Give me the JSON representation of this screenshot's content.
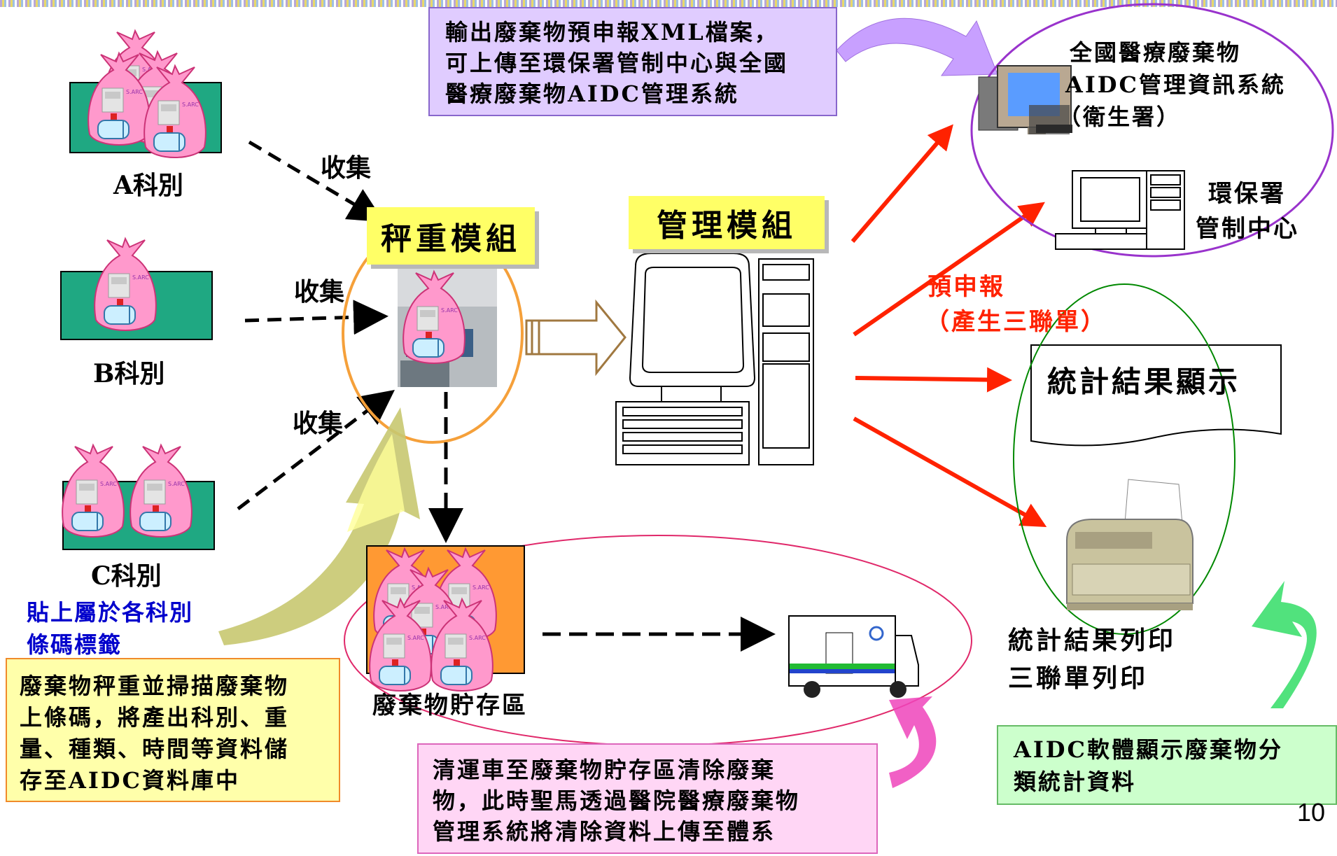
{
  "departments": {
    "a_label": "A科別",
    "b_label": "B科別",
    "c_label": "C科別",
    "collect_label": "收集"
  },
  "weigh_module": {
    "label": "秤重模組"
  },
  "mgmt_module": {
    "label": "管理模組"
  },
  "xml_note": {
    "lines": [
      "輸出廢棄物預申報XML檔案，",
      "可上傳至環保署管制中心與全國",
      "醫療廢棄物AIDC管理系統"
    ]
  },
  "national_system": {
    "lines": [
      "全國醫療廢棄物",
      "AIDC管理資訊系統",
      "（衛生署）"
    ]
  },
  "epa_center": {
    "lines": [
      "環保署",
      "管制中心"
    ]
  },
  "pre_declare": {
    "line1": "預申報",
    "line2": "（產生三聯單）"
  },
  "stats_display": {
    "label": "統計結果顯示"
  },
  "print_output": {
    "lines": [
      "統計結果列印",
      "三聯單列印"
    ]
  },
  "label_note": {
    "lines": [
      "貼上屬於各科別",
      "條碼標籤"
    ]
  },
  "weigh_note": {
    "lines": [
      "廢棄物秤重並掃描廢棄物",
      "上條碼，將產出科別、重",
      "量、種類、時間等資料儲",
      "存至AIDC資料庫中"
    ]
  },
  "storage": {
    "label": "廢棄物貯存區"
  },
  "cleaning_note": {
    "lines": [
      "清運車至廢棄物貯存區清除廢棄",
      "物，此時聖馬透過醫院醫療廢棄物",
      "管理系統將清除資料上傳至體系"
    ]
  },
  "aidc_note": {
    "lines": [
      "AIDC軟體顯示廢棄物分",
      "類統計資料"
    ]
  },
  "page_number": "10",
  "colors": {
    "teal_box": "#1fa882",
    "yellow_tag": "#ffff66",
    "lavender_note": "#e0ccff",
    "pink_note": "#ffd6f5",
    "green_note": "#ccffcc",
    "cream_note": "#ffffaa",
    "red_arrow": "#ff2200",
    "blue_text": "#0000cc"
  }
}
